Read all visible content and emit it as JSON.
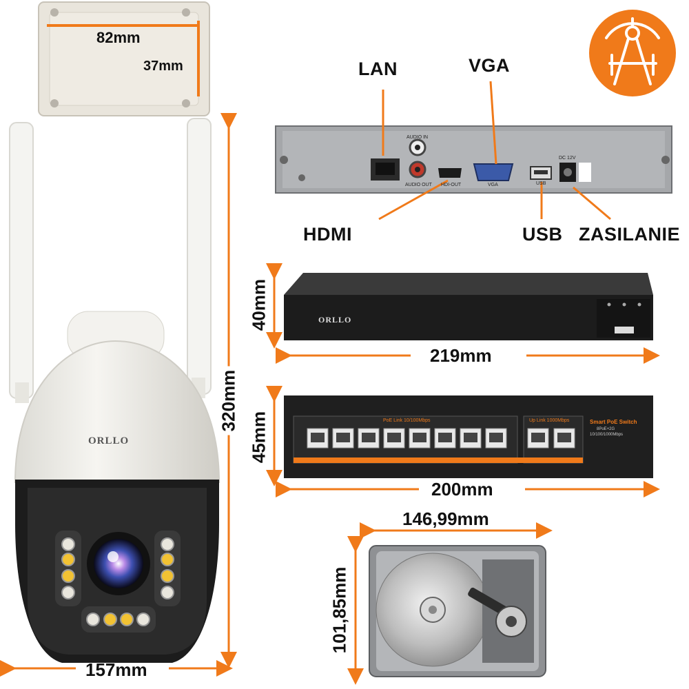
{
  "theme": {
    "accent": "#f07a1a",
    "dark": "#1b1b1b",
    "metal": "#8d8f92",
    "camera_white": "#ecebe6"
  },
  "junction_box": {
    "width": "82mm",
    "height": "37mm"
  },
  "logo": {
    "icon": "drafting-compass-icon"
  },
  "camera": {
    "height": "320mm",
    "width": "157mm",
    "brand": "ORLLO"
  },
  "nvr_back": {
    "ports": {
      "lan": "LAN",
      "vga": "VGA",
      "hdmi": "HDMI",
      "usb": "USB",
      "power": "ZASILANIE"
    },
    "small_labels": {
      "audio_in": "AUDIO IN",
      "audio_out": "AUDIO OUT",
      "hdmi_out": "HDI-OUT",
      "vga": "VGA",
      "usb": "USB",
      "dc": "DC 12V"
    }
  },
  "nvr_front": {
    "height": "40mm",
    "width": "219mm",
    "brand": "ORLLO"
  },
  "poe_switch": {
    "height": "45mm",
    "width": "200mm",
    "title": "Smart PoE Switch",
    "poe_label": "PoE Link  10/100Mbps",
    "uplink_label": "Up Link  1000Mbps",
    "spec_line1": "8PoE+2G",
    "spec_line2": "10/100/1000Mbps"
  },
  "hdd": {
    "width": "146,99mm",
    "height": "101,85mm"
  }
}
